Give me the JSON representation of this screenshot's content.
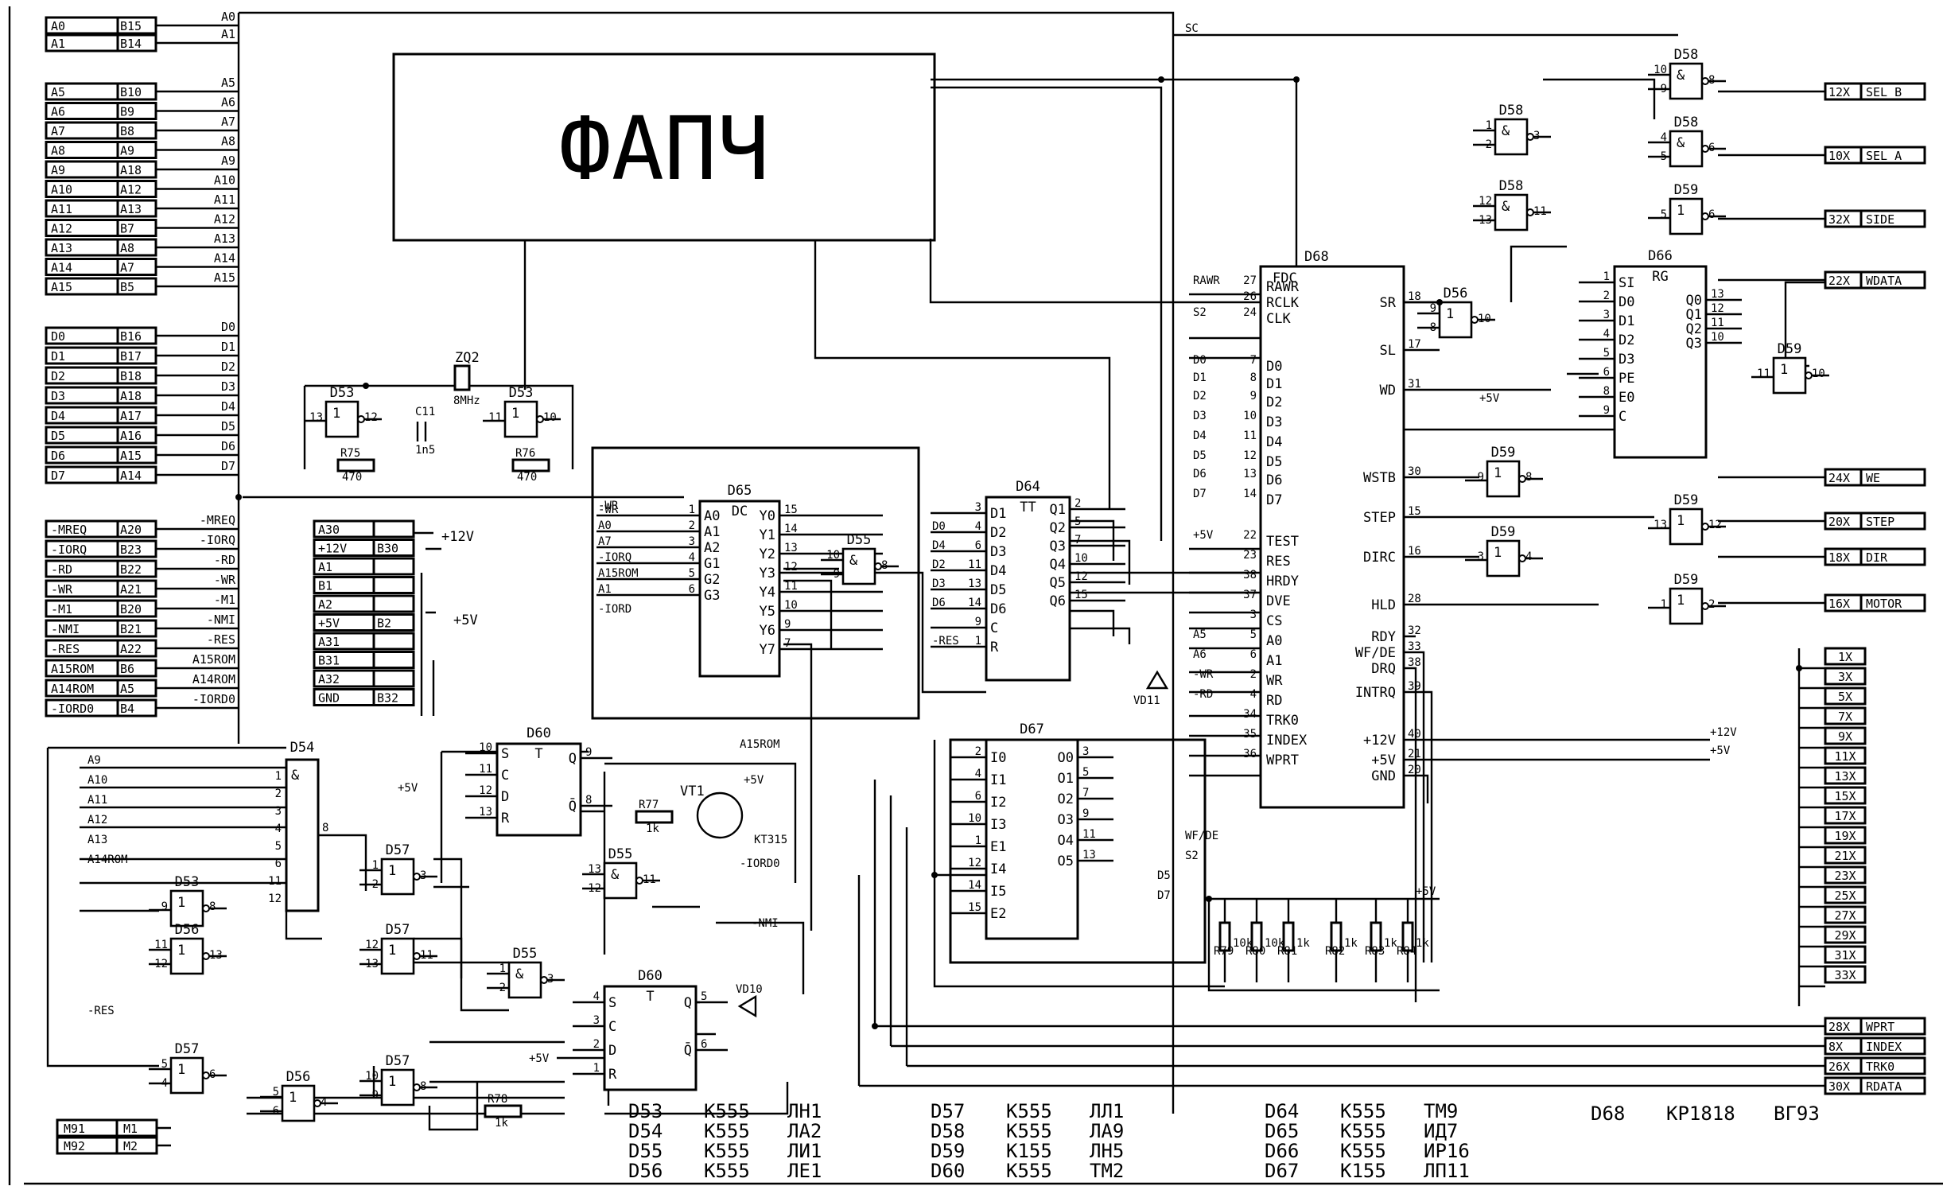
{
  "block_title": "ФАПЧ",
  "net_labels": {
    "sc": "SC",
    "plus12": "+12V",
    "plus5": "+5V",
    "a15rom": "A15ROM",
    "nmi": "-NMI",
    "iordo": "-IORD0",
    "res": "-RES",
    "ws": "WF/DE",
    "s2": "S2",
    "d5": "D5",
    "d7": "D7",
    "wr": "-WR",
    "iord": "-IORD"
  },
  "left_connector": [
    [
      "A0",
      "B15"
    ],
    [
      "A1",
      "B14"
    ],
    [
      "A5",
      "B10"
    ],
    [
      "A6",
      "B9"
    ],
    [
      "A7",
      "B8"
    ],
    [
      "A8",
      "A9"
    ],
    [
      "A9",
      "A18"
    ],
    [
      "A10",
      "A12"
    ],
    [
      "A11",
      "A13"
    ],
    [
      "A12",
      "B7"
    ],
    [
      "A13",
      "A8"
    ],
    [
      "A14",
      "A7"
    ],
    [
      "A15",
      "B5"
    ],
    [
      "D0",
      "B16"
    ],
    [
      "D1",
      "B17"
    ],
    [
      "D2",
      "B18"
    ],
    [
      "D3",
      "A18"
    ],
    [
      "D4",
      "A17"
    ],
    [
      "D5",
      "A16"
    ],
    [
      "D6",
      "A15"
    ],
    [
      "D7",
      "A14"
    ],
    [
      "-MREQ",
      "A20"
    ],
    [
      "-IORQ",
      "B23"
    ],
    [
      "-RD",
      "B22"
    ],
    [
      "-WR",
      "A21"
    ],
    [
      "-M1",
      "B20"
    ],
    [
      "-NMI",
      "B21"
    ],
    [
      "-RES",
      "A22"
    ],
    [
      "A15ROM",
      "B6"
    ],
    [
      "A14ROM",
      "A5"
    ],
    [
      "-IORD0",
      "B4"
    ]
  ],
  "left_bus_labels": [
    "A0",
    "A1",
    "A5",
    "A6",
    "A7",
    "A8",
    "A9",
    "A10",
    "A11",
    "A12",
    "A13",
    "A14",
    "A15",
    "D0",
    "D1",
    "D2",
    "D3",
    "D4",
    "D5",
    "D6",
    "D7",
    "-MREQ",
    "-IORQ",
    "-RD",
    "-WR",
    "-M1",
    "-NMI",
    "-RES",
    "A15ROM",
    "A14ROM",
    "-IORD0"
  ],
  "power_connector": [
    [
      "A30",
      ""
    ],
    [
      "+12V",
      "B30"
    ],
    [
      "A1",
      ""
    ],
    [
      "B1",
      ""
    ],
    [
      "A2",
      ""
    ],
    [
      "+5V",
      "B2"
    ],
    [
      "A31",
      ""
    ],
    [
      "B31",
      ""
    ],
    [
      "A32",
      ""
    ],
    [
      "GND",
      "B32"
    ]
  ],
  "right_connector_top": [
    [
      "12X",
      "SEL_B"
    ],
    [
      "10X",
      "SEL_A"
    ],
    [
      "32X",
      "SIDE"
    ],
    [
      "22X",
      "WDATA"
    ],
    [
      "24X",
      "WE"
    ],
    [
      "20X",
      "STEP"
    ],
    [
      "18X",
      "DIR"
    ],
    [
      "16X",
      "MOTOR"
    ]
  ],
  "right_connector_gnd": [
    "1X",
    "3X",
    "5X",
    "7X",
    "9X",
    "11X",
    "13X",
    "15X",
    "17X",
    "19X",
    "21X",
    "23X",
    "25X",
    "27X",
    "29X",
    "31X",
    "33X"
  ],
  "right_connector_bottom": [
    [
      "28X",
      "WPRT"
    ],
    [
      "8X",
      "INDEX"
    ],
    [
      "26X",
      "TRK0"
    ],
    [
      "30X",
      "RDATA"
    ]
  ],
  "fdc": {
    "name": "D68",
    "type": "FDC",
    "left_pins": [
      [
        "27",
        "RAWR"
      ],
      [
        "26",
        "RCLK"
      ],
      [
        "24",
        "CLK"
      ],
      [
        "7",
        "D0"
      ],
      [
        "8",
        "D1"
      ],
      [
        "9",
        "D2"
      ],
      [
        "10",
        "D3"
      ],
      [
        "11",
        "D4"
      ],
      [
        "12",
        "D5"
      ],
      [
        "13",
        "D6"
      ],
      [
        "14",
        "D7"
      ],
      [
        "22",
        "TEST"
      ],
      [
        "23",
        "RES"
      ],
      [
        "38",
        "HRDY"
      ],
      [
        "37",
        "DVE"
      ],
      [
        "3",
        "CS"
      ],
      [
        "5",
        "A0"
      ],
      [
        "6",
        "A1"
      ],
      [
        "2",
        "WR"
      ],
      [
        "4",
        "RD"
      ],
      [
        "34",
        "TRK0"
      ],
      [
        "35",
        "INDEX"
      ],
      [
        "36",
        "WPRT"
      ]
    ],
    "left_nets": [
      "RAWR",
      "",
      "S2",
      "D0",
      "D1",
      "D2",
      "D3",
      "D4",
      "D5",
      "D6",
      "D7",
      "+5V",
      "",
      "",
      "",
      "",
      "A5",
      "A6",
      "-WR",
      "-RD",
      "",
      "",
      ""
    ],
    "right_pins": [
      [
        "18",
        "SR"
      ],
      [
        "17",
        "SL"
      ],
      [
        "31",
        "WD"
      ],
      [
        "30",
        "WSTB"
      ],
      [
        "15",
        "STEP"
      ],
      [
        "16",
        "DIRC"
      ],
      [
        "28",
        "HLD"
      ],
      [
        "32",
        "RDY"
      ],
      [
        "33",
        "WF/DE"
      ],
      [
        "38",
        "DRQ"
      ],
      [
        "39",
        "INTRQ"
      ],
      [
        "40",
        "+12V"
      ],
      [
        "21",
        "+5V"
      ],
      [
        "20",
        "GND"
      ]
    ]
  },
  "d65": {
    "name": "D65",
    "type": "DC",
    "in_pins": [
      [
        "1",
        "A0",
        "-WR"
      ],
      [
        "2",
        "A1",
        "A0"
      ],
      [
        "3",
        "A2",
        "A7"
      ],
      [
        "4",
        "G1",
        "-IORQ"
      ],
      [
        "5",
        "G2",
        "A15ROM"
      ],
      [
        "6",
        "G3",
        "A1"
      ]
    ],
    "out_pins": [
      [
        "15",
        "Y0"
      ],
      [
        "14",
        "Y1"
      ],
      [
        "13",
        "Y2"
      ],
      [
        "12",
        "Y3"
      ],
      [
        "11",
        "Y4"
      ],
      [
        "10",
        "Y5"
      ],
      [
        "9",
        "Y6"
      ],
      [
        "7",
        "Y7"
      ]
    ]
  },
  "d64": {
    "name": "D64",
    "type": "TT",
    "in_pins": [
      [
        "3",
        "D1",
        ""
      ],
      [
        "4",
        "D2",
        "D0"
      ],
      [
        "6",
        "D3",
        "D4"
      ],
      [
        "11",
        "D4",
        "D2"
      ],
      [
        "13",
        "D5",
        "D3"
      ],
      [
        "14",
        "D6",
        "D6"
      ],
      [
        "9",
        "C",
        ""
      ],
      [
        "1",
        "R",
        "-RES"
      ]
    ],
    "out_pins": [
      [
        "2",
        "Q1"
      ],
      [
        "5",
        "Q2"
      ],
      [
        "7",
        "Q3"
      ],
      [
        "10",
        "Q4"
      ],
      [
        "12",
        "Q5"
      ],
      [
        "15",
        "Q6"
      ]
    ]
  },
  "d66": {
    "name": "D66",
    "type": "RG",
    "in_pins": [
      [
        "1",
        "SI"
      ],
      [
        "2",
        "D0"
      ],
      [
        "3",
        "D1"
      ],
      [
        "4",
        "D2"
      ],
      [
        "5",
        "D3"
      ],
      [
        "6",
        "PE"
      ],
      [
        "8",
        "E0"
      ],
      [
        "9",
        "C"
      ]
    ],
    "out_pins": [
      [
        "13",
        "Q0"
      ],
      [
        "12",
        "Q1"
      ],
      [
        "11",
        "Q2"
      ],
      [
        "10",
        "Q3"
      ]
    ]
  },
  "d67": {
    "name": "D67",
    "in_pins": [
      [
        "2",
        "I0"
      ],
      [
        "4",
        "I1"
      ],
      [
        "6",
        "I2"
      ],
      [
        "10",
        "I3"
      ],
      [
        "1",
        "E1"
      ],
      [
        "12",
        "I4"
      ],
      [
        "14",
        "I5"
      ],
      [
        "15",
        "E2"
      ]
    ],
    "out_pins": [
      [
        "3",
        "O0"
      ],
      [
        "5",
        "O1"
      ],
      [
        "7",
        "O2"
      ],
      [
        "9",
        "O3"
      ],
      [
        "11",
        "O4"
      ],
      [
        "13",
        "O5"
      ]
    ]
  },
  "d60a": {
    "name": "D60",
    "pins": [
      [
        "10",
        "S"
      ],
      [
        "11",
        "C"
      ],
      [
        "12",
        "D"
      ],
      [
        "13",
        "R"
      ],
      [
        "9",
        "Q"
      ],
      [
        "8",
        "Q̄"
      ]
    ],
    "top": "T"
  },
  "d60b": {
    "name": "D60",
    "pins": [
      [
        "4",
        "S"
      ],
      [
        "3",
        "C"
      ],
      [
        "2",
        "D"
      ],
      [
        "1",
        "R"
      ],
      [
        "5",
        "Q"
      ],
      [
        "6",
        "Q̄"
      ]
    ],
    "top": "T"
  },
  "d54": {
    "name": "D54",
    "pins": [
      "1",
      "2",
      "3",
      "4",
      "5",
      "6",
      "11",
      "12",
      "8"
    ],
    "nets": [
      "A9",
      "A10",
      "A11",
      "A12",
      "A13",
      "A14ROM"
    ]
  },
  "gates": [
    {
      "name": "D58",
      "pins": [
        "10",
        "9",
        "8"
      ],
      "sym": "&"
    },
    {
      "name": "D58",
      "pins": [
        "1",
        "2",
        "3"
      ],
      "sym": "&"
    },
    {
      "name": "D58",
      "pins": [
        "4",
        "5",
        "6"
      ],
      "sym": "&"
    },
    {
      "name": "D58",
      "pins": [
        "12",
        "13",
        "11"
      ],
      "sym": "&"
    },
    {
      "name": "D59",
      "pins": [
        "5",
        "6"
      ],
      "sym": "1"
    },
    {
      "name": "D56",
      "pins": [
        "9",
        "8",
        "10"
      ],
      "sym": "1"
    },
    {
      "name": "D59",
      "pins": [
        "11",
        "10"
      ],
      "sym": "1"
    },
    {
      "name": "D59",
      "pins": [
        "9",
        "8"
      ],
      "sym": "1"
    },
    {
      "name": "D59",
      "pins": [
        "13",
        "12"
      ],
      "sym": "1"
    },
    {
      "name": "D59",
      "pins": [
        "3",
        "4"
      ],
      "sym": "1"
    },
    {
      "name": "D59",
      "pins": [
        "1",
        "2"
      ],
      "sym": "1"
    },
    {
      "name": "D55",
      "pins": [
        "10",
        "9",
        "8"
      ],
      "sym": "&"
    },
    {
      "name": "D53",
      "pins": [
        "13",
        "12"
      ],
      "sym": "1"
    },
    {
      "name": "D53",
      "pins": [
        "11",
        "10"
      ],
      "sym": "1"
    },
    {
      "name": "D57",
      "pins": [
        "1",
        "2",
        "3"
      ],
      "sym": "1"
    },
    {
      "name": "D57",
      "pins": [
        "12",
        "13",
        "11"
      ],
      "sym": "1"
    },
    {
      "name": "D55",
      "pins": [
        "13",
        "12",
        "11"
      ],
      "sym": "&"
    },
    {
      "name": "D53",
      "pins": [
        "9",
        "8"
      ],
      "sym": "1"
    },
    {
      "name": "D56",
      "pins": [
        "11",
        "12",
        "13"
      ],
      "sym": "1"
    },
    {
      "name": "D55",
      "pins": [
        "1",
        "2",
        "3"
      ],
      "sym": "&"
    },
    {
      "name": "D57",
      "pins": [
        "5",
        "4",
        "6"
      ],
      "sym": "1"
    },
    {
      "name": "D56",
      "pins": [
        "5",
        "6",
        "4"
      ],
      "sym": "1"
    },
    {
      "name": "D57",
      "pins": [
        "10",
        "9",
        "8"
      ],
      "sym": "1"
    }
  ],
  "components": {
    "zq": "ZQ2",
    "zq_val": "8MHz",
    "c": "C11",
    "c_val": "1n5",
    "r75": "R75",
    "r75_val": "470",
    "r76": "R76",
    "r76_val": "470",
    "r77": "R77",
    "r77_val": "1k",
    "r78": "R78",
    "r78_val": "1k",
    "vt": "VT1",
    "vt_type": "KT315",
    "vd11": "VD11",
    "vd10": "VD10",
    "rpack": [
      [
        "R79",
        "10k"
      ],
      [
        "R80",
        "10k"
      ],
      [
        "R81",
        "1k"
      ],
      [
        "R82",
        "1k"
      ],
      [
        "R83",
        "1k"
      ],
      [
        "R84",
        "1k"
      ]
    ]
  },
  "m_connector": [
    [
      "M91",
      "M1"
    ],
    [
      "M92",
      "M2"
    ]
  ],
  "legend": [
    [
      "D53",
      "K555",
      "ЛН1"
    ],
    [
      "D54",
      "K555",
      "ЛА2"
    ],
    [
      "D55",
      "K555",
      "ЛИ1"
    ],
    [
      "D56",
      "K555",
      "ЛЕ1"
    ],
    [
      "D57",
      "K555",
      "ЛЛ1"
    ],
    [
      "D58",
      "K555",
      "ЛА9"
    ],
    [
      "D59",
      "K155",
      "ЛН5"
    ],
    [
      "D60",
      "K555",
      "ТМ2"
    ],
    [
      "D64",
      "K555",
      "ТМ9"
    ],
    [
      "D65",
      "K555",
      "ИД7"
    ],
    [
      "D66",
      "K555",
      "ИР16"
    ],
    [
      "D67",
      "K155",
      "ЛП11"
    ],
    [
      "D68",
      "KP1818",
      "ВГ93"
    ]
  ]
}
